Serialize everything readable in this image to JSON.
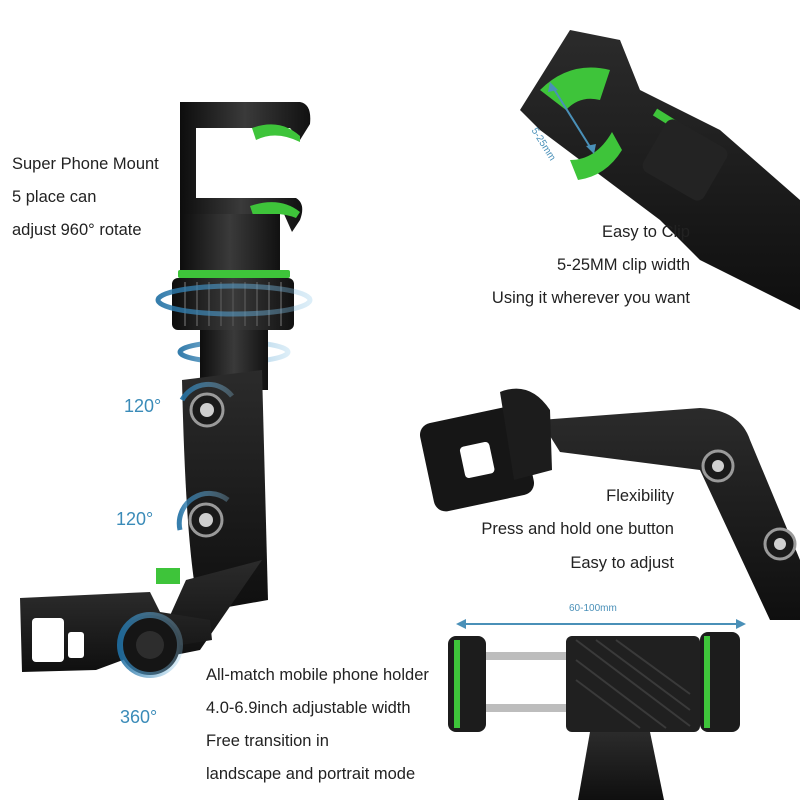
{
  "captions": {
    "top_left": [
      "Super Phone Mount",
      "5 place can",
      "adjust 960° rotate"
    ],
    "top_right": [
      "Easy to Clip",
      "5-25MM clip width",
      "Using it wherever you want"
    ],
    "middle_right": [
      "Flexibility",
      "Press and hold one button",
      "Easy to adjust"
    ],
    "bottom": [
      "All-match mobile phone holder",
      "4.0-6.9inch adjustable width",
      "Free transition in",
      "landscape and portrait mode"
    ]
  },
  "rotation_labels": [
    "120°",
    "120°",
    "360°"
  ],
  "dimension_labels": {
    "clip": "5-25mm",
    "width": "60-100mm"
  },
  "colors": {
    "accent": "#3ec43a",
    "body": "#1e1e1e",
    "arrow": "#3a8bb8"
  }
}
